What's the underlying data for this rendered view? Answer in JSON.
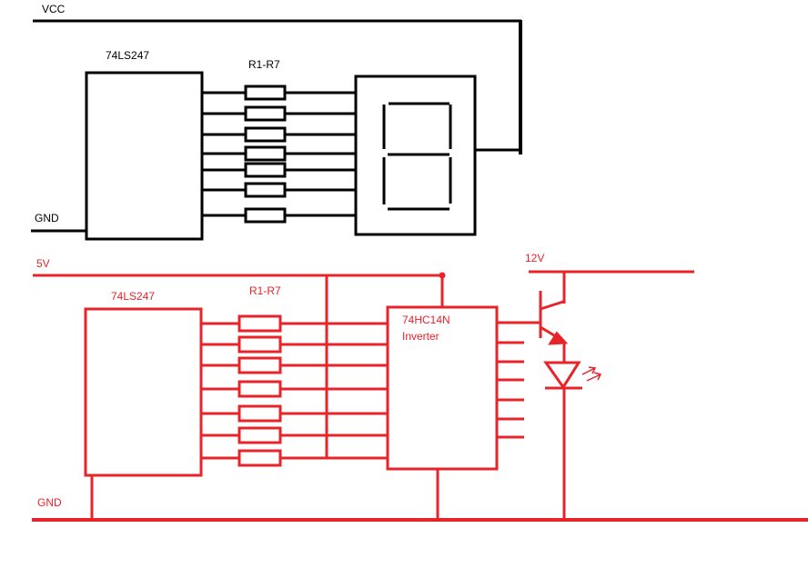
{
  "colors": {
    "top_circuit": "#000000",
    "bottom_circuit": "#e8232a",
    "background": "#ffffff"
  },
  "top_circuit": {
    "vcc_label": "VCC",
    "gnd_label": "GND",
    "ic_label": "74LS247",
    "resistor_label": "R1-R7",
    "resistor_count": 7,
    "display": "seven-segment-display"
  },
  "bottom_circuit": {
    "supply_label": "5V",
    "gnd_label": "GND",
    "ic_label": "74LS247",
    "resistor_label": "R1-R7",
    "resistor_count": 7,
    "inverter_label_line1": "74HC14N",
    "inverter_label_line2": "Inverter",
    "high_supply_label": "12V",
    "transistor": "npn-transistor-icon",
    "led": "led-icon"
  }
}
